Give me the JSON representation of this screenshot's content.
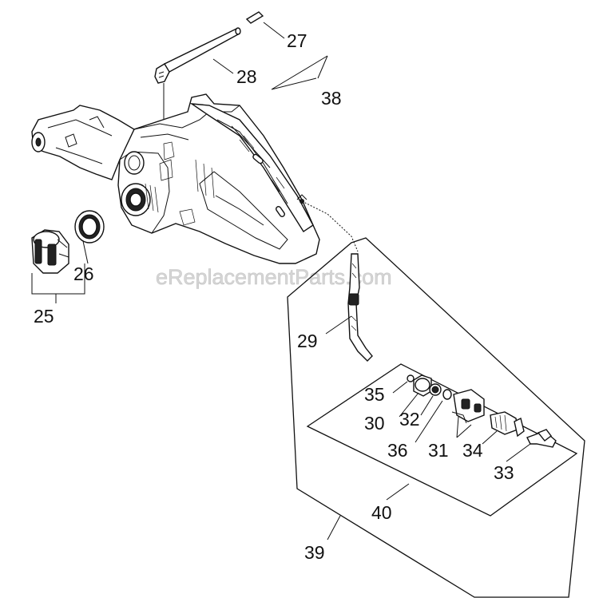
{
  "watermark": "eReplacementParts.com",
  "callouts": {
    "p27": "27",
    "p28": "28",
    "p38": "38",
    "p26": "26",
    "p25": "25",
    "p29": "29",
    "p35": "35",
    "p30": "30",
    "p32": "32",
    "p36": "36",
    "p31": "31",
    "p34": "34",
    "p33": "33",
    "p40": "40",
    "p39": "39"
  }
}
